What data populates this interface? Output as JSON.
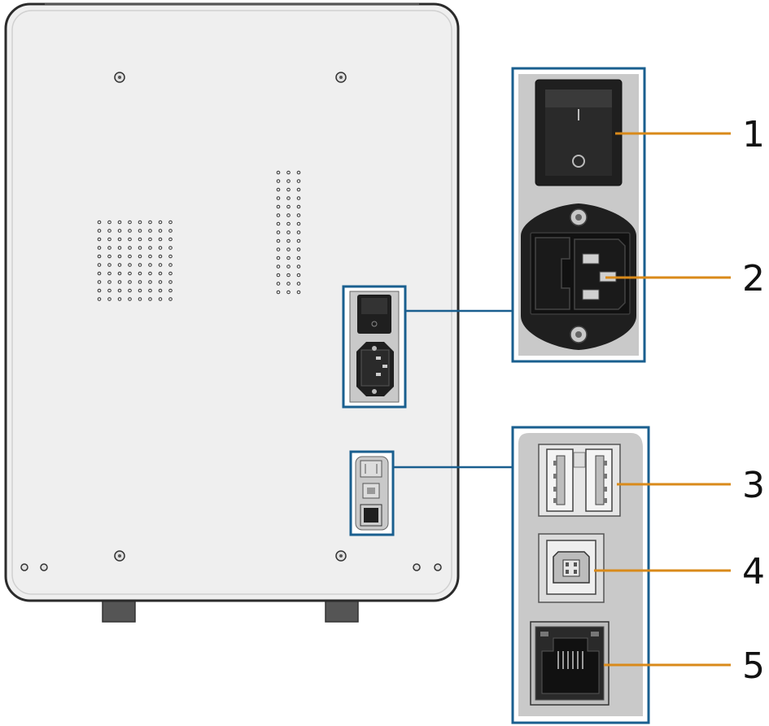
{
  "diagram": {
    "callouts": [
      {
        "id": "1",
        "label": "1",
        "target": "power-switch"
      },
      {
        "id": "2",
        "label": "2",
        "target": "power-inlet"
      },
      {
        "id": "3",
        "label": "3",
        "target": "usb-a-ports"
      },
      {
        "id": "4",
        "label": "4",
        "target": "usb-b-port"
      },
      {
        "id": "5",
        "label": "5",
        "target": "ethernet-port"
      }
    ],
    "colors": {
      "body": "#efefef",
      "outline": "#2b2b2b",
      "highlight": "#1a5f8f",
      "leader": "#d98a1a",
      "panel": "#c9c9c9",
      "dark": "#1f1f1f",
      "feet": "#555555"
    }
  }
}
